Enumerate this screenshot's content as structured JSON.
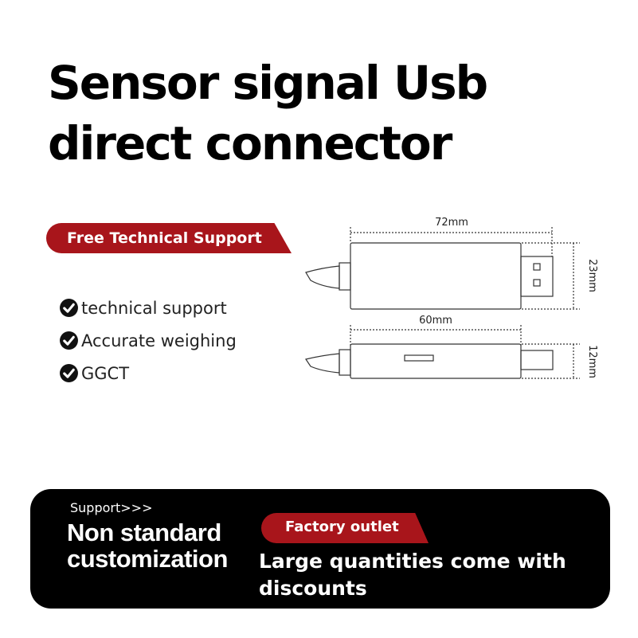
{
  "title": {
    "line1": "Sensor signal Usb",
    "line2": "direct connector"
  },
  "support_badge": "Free Technical Support",
  "features": [
    {
      "icon": "check-circle-icon",
      "label": "technical support"
    },
    {
      "icon": "check-circle-icon",
      "label": "Accurate weighing"
    },
    {
      "icon": "check-circle-icon",
      "label": "GGCT"
    }
  ],
  "diagram": {
    "top_view": {
      "length_label": "72mm",
      "height_label": "23mm"
    },
    "side_view": {
      "length_label": "60mm",
      "height_label": "12mm"
    }
  },
  "footer": {
    "support_label": "Support>>>",
    "customization_line1": "Non standard",
    "customization_line2": "customization",
    "factory_badge": "Factory outlet",
    "discount_text": "Large quantities come with discounts"
  },
  "colors": {
    "accent_red": "#a8151b",
    "footer_bg": "#000000"
  }
}
